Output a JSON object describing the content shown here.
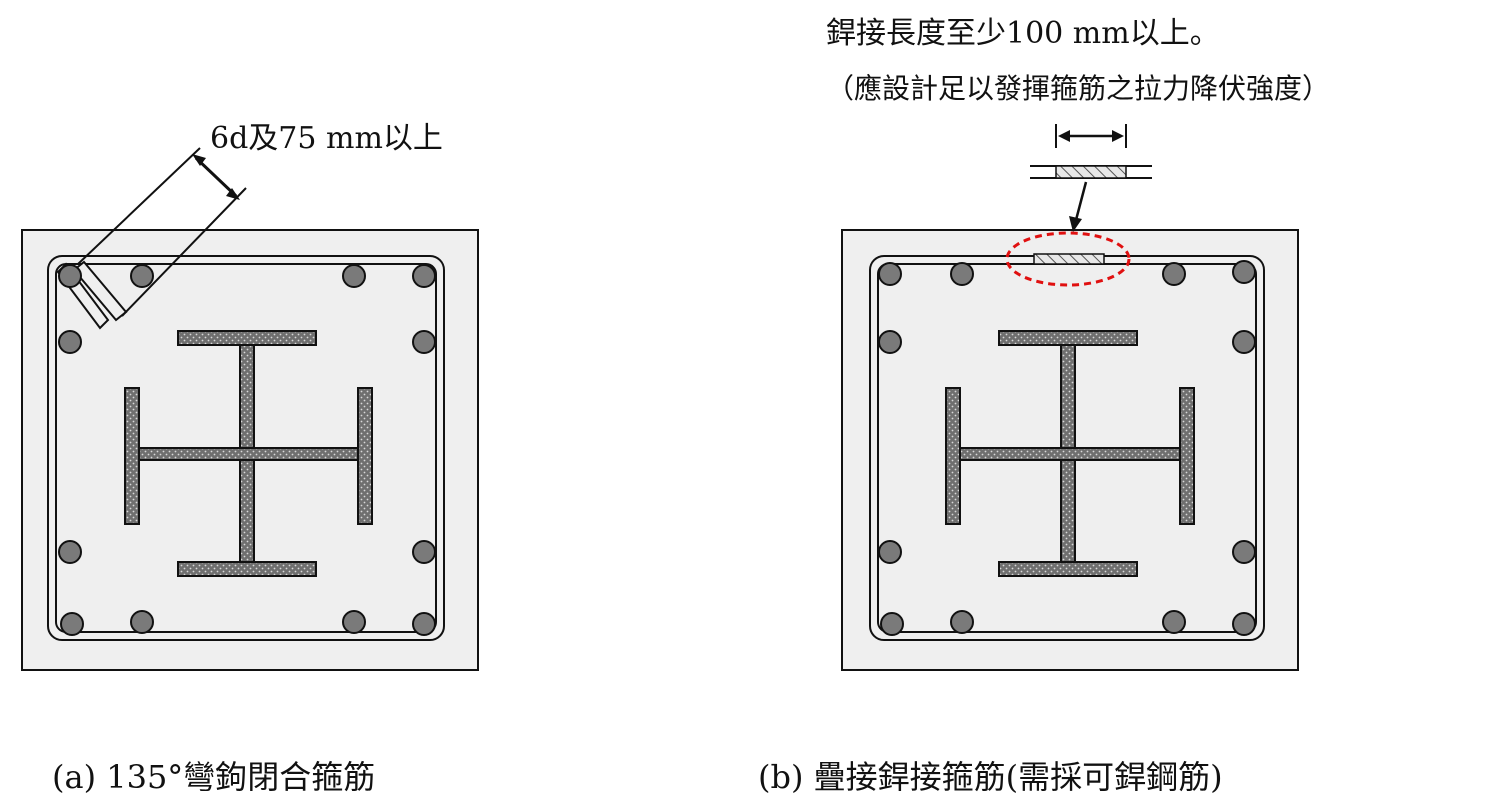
{
  "labels": {
    "hook_length": "6d及75 mm以上",
    "weld_length_line1": "銲接長度至少100 mm以上。",
    "weld_length_line2": "（應設計足以發揮箍筋之拉力降伏強度）",
    "caption_a": "(a) 135°彎鉤閉合箍筋",
    "caption_b": "(b)  疊接銲接箍筋(需採可銲鋼筋)"
  },
  "colors": {
    "concrete": "#efefef",
    "rebar": "#7a7a7a",
    "steel": "#6f6f6f",
    "highlight": "#e01010",
    "line": "#111111"
  }
}
